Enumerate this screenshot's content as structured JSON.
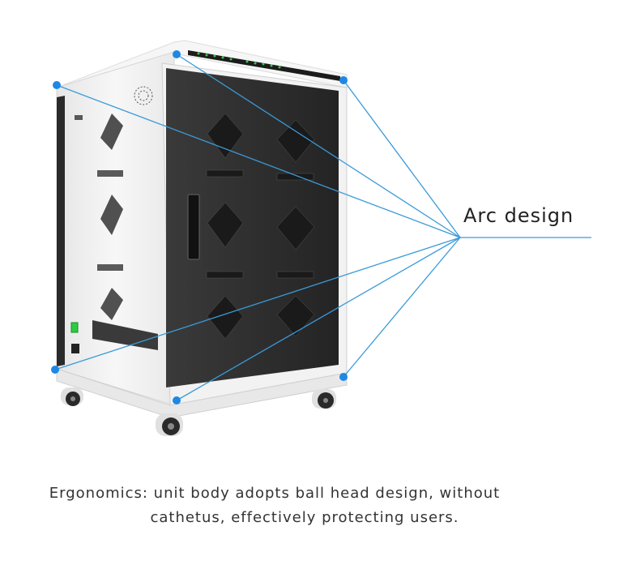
{
  "callout": {
    "label": "Arc design",
    "line_color": "#3a9ad9",
    "dot_color": "#1e88e5"
  },
  "caption": {
    "line1": "Ergonomics: unit body adopts ball head design, without",
    "line2": "cathetus, effectively protecting users."
  },
  "product": {
    "body_color": "#f2f2f2",
    "door_color": "#2b2b2b",
    "power_switch_color": "#2ecc40"
  }
}
